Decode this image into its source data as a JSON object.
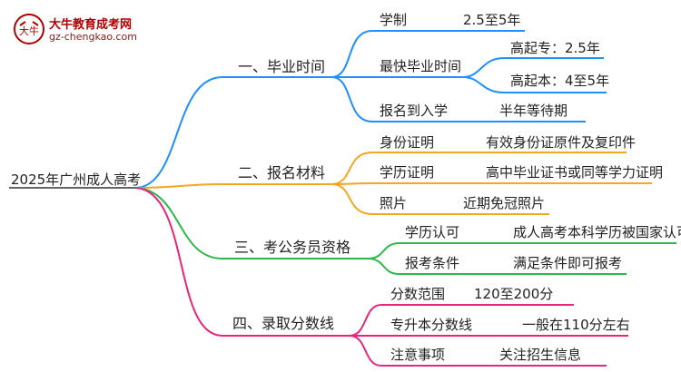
{
  "logo": {
    "title": "大牛教育成考网",
    "url": "gz-chengkao.com",
    "mark_text": "大牛"
  },
  "root": "2025年广州成人高考",
  "colors": {
    "blue": "#1e90ff",
    "orange": "#f5a623",
    "green": "#2db84d",
    "pink": "#e8257a",
    "brand": "#b00000"
  },
  "branches": [
    {
      "label": "一、毕业时间",
      "items": [
        {
          "label": "学制",
          "value": "2.5至5年"
        },
        {
          "label": "最快毕业时间",
          "sub": [
            "高起专：2.5年",
            "高起本：4至5年"
          ]
        },
        {
          "label": "报名到入学",
          "value": "半年等待期"
        }
      ]
    },
    {
      "label": "二、报名材料",
      "items": [
        {
          "label": "身份证明",
          "value": "有效身份证原件及复印件"
        },
        {
          "label": "学历证明",
          "value": "高中毕业证书或同等学力证明"
        },
        {
          "label": "照片",
          "value": "近期免冠照片"
        }
      ]
    },
    {
      "label": "三、考公务员资格",
      "items": [
        {
          "label": "学历认可",
          "value": "成人高考本科学历被国家认可"
        },
        {
          "label": "报考条件",
          "value": "满足条件即可报考"
        }
      ]
    },
    {
      "label": "四、录取分数线",
      "items": [
        {
          "label": "分数范围",
          "value": "120至200分"
        },
        {
          "label": "专升本分数线",
          "value": "一般在110分左右"
        },
        {
          "label": "注意事项",
          "value": "关注招生信息"
        }
      ]
    }
  ]
}
